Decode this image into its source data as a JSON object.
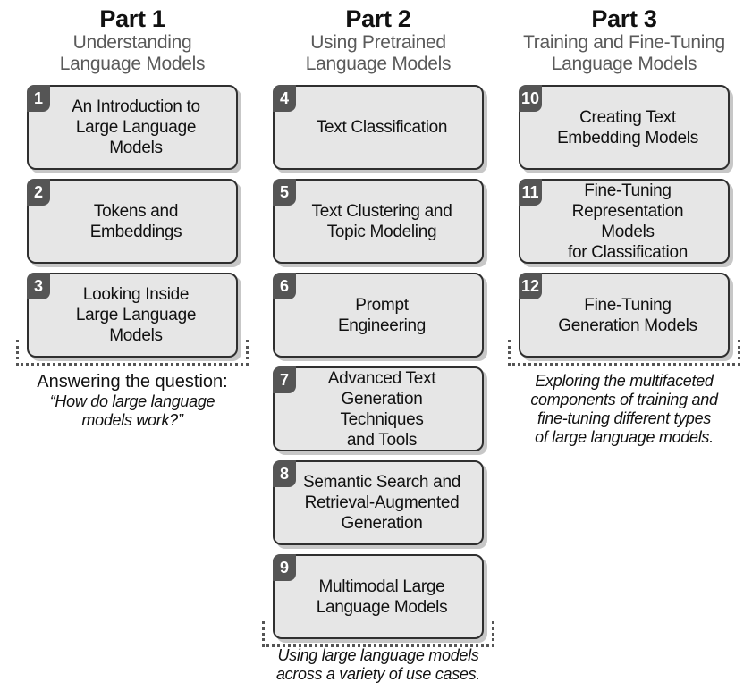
{
  "parts": [
    {
      "title": "Part 1",
      "subtitle_lines": [
        "Understanding",
        "Language Models"
      ],
      "chapters": [
        {
          "number": "1",
          "lines": [
            "An Introduction to",
            "Large Language Models"
          ]
        },
        {
          "number": "2",
          "lines": [
            "Tokens and",
            "Embeddings"
          ]
        },
        {
          "number": "3",
          "lines": [
            "Looking Inside",
            "Large Language Models"
          ]
        }
      ],
      "caption_title": "Answering the question:",
      "caption_lines": [
        "“How do large language",
        "models work?”"
      ]
    },
    {
      "title": "Part 2",
      "subtitle_lines": [
        "Using Pretrained",
        "Language Models"
      ],
      "chapters": [
        {
          "number": "4",
          "lines": [
            "Text Classification"
          ]
        },
        {
          "number": "5",
          "lines": [
            "Text Clustering and",
            "Topic Modeling"
          ]
        },
        {
          "number": "6",
          "lines": [
            "Prompt",
            "Engineering"
          ]
        },
        {
          "number": "7",
          "lines": [
            "Advanced Text",
            "Generation Techniques",
            "and Tools"
          ]
        },
        {
          "number": "8",
          "lines": [
            "Semantic Search and",
            "Retrieval-Augmented",
            "Generation"
          ]
        },
        {
          "number": "9",
          "lines": [
            "Multimodal Large",
            "Language Models"
          ]
        }
      ],
      "caption_title": "",
      "caption_lines": [
        "Using large language models",
        "across a variety of use cases."
      ]
    },
    {
      "title": "Part 3",
      "subtitle_lines": [
        "Training and Fine-Tuning",
        "Language Models"
      ],
      "chapters": [
        {
          "number": "10",
          "lines": [
            "Creating Text",
            "Embedding Models"
          ]
        },
        {
          "number": "11",
          "lines": [
            "Fine-Tuning",
            "Representation Models",
            "for Classification"
          ]
        },
        {
          "number": "12",
          "lines": [
            "Fine-Tuning",
            "Generation Models"
          ]
        }
      ],
      "caption_title": "",
      "caption_lines": [
        "Exploring the multifaceted",
        "components of training and",
        "fine-tuning different types",
        "of large language models."
      ]
    }
  ]
}
